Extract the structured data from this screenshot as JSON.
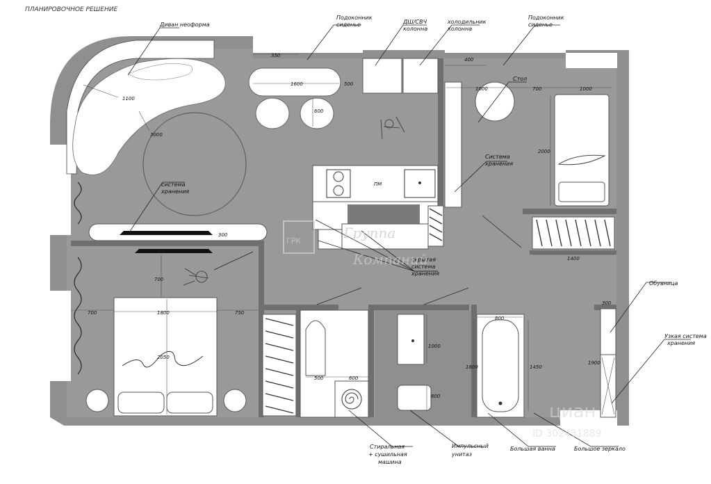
{
  "title": "ПЛАНИРОВОЧНОЕ РЕШЕНИЕ",
  "labels": {
    "sofa": "Диван неоформа",
    "sill_seat_1_a": "Подоконник",
    "sill_seat_1_b": "сиденье",
    "dw_micro_a": "ДШ/СВЧ",
    "dw_micro_b": "колонна",
    "fridge_a": "холодильник",
    "fridge_b": "колонна",
    "sill_seat_2_a": "Подоконник",
    "sill_seat_2_b": "сиденье",
    "table": "Стол",
    "storage_1_a": "Система",
    "storage_1_b": "хранения",
    "storage_2_a": "система",
    "storage_2_b": "хранения",
    "hidden_storage_a": "скрытая",
    "hidden_storage_b": "система",
    "hidden_storage_c": "хранения",
    "dishwasher_short": "ПМ",
    "shoe_cabinet": "Обувница",
    "narrow_storage_a": "Узкая система",
    "narrow_storage_b": "хранения",
    "washer_a": "Стиральная",
    "washer_b": "+ сушильная",
    "washer_c": "машина",
    "toilet_a": "Импульсный",
    "toilet_b": "унитаз",
    "big_bath": "Большая ванна",
    "big_mirror": "Большое зеркало"
  },
  "dimensions": {
    "d350": "350",
    "d1600": "1600",
    "d500": "500",
    "d600": "600",
    "d1100": "1100",
    "d3000": "3000",
    "d400": "400",
    "d1000": "1000",
    "d700": "700",
    "d1000b": "1000",
    "d2000": "2000",
    "d300": "300",
    "d1400": "1400",
    "d700b": "700",
    "d700c": "700",
    "d1800": "1800",
    "d750": "750",
    "d2050": "2050",
    "d500b": "500",
    "d600b": "600",
    "d1000c": "1000",
    "d800": "800",
    "d800b": "800",
    "d1800b": "1800",
    "d1450": "1450",
    "d300b": "300",
    "d1900": "1900"
  },
  "watermark": {
    "logo": "ГРК",
    "text_a": "Группа",
    "text_b": "Компаний",
    "cian": "циан",
    "id": "ID 302431889"
  }
}
